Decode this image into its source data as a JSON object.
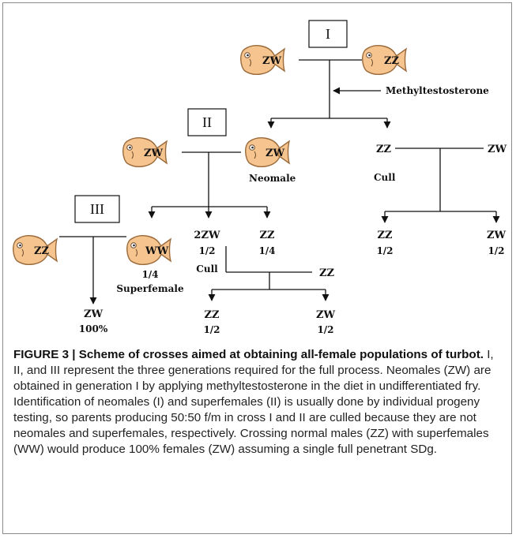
{
  "generations": {
    "g1": "I",
    "g2": "II",
    "g3": "III"
  },
  "fish": {
    "gen1_female": "ZW",
    "gen1_male": "ZZ",
    "gen2_female": "ZW",
    "gen2_neomale": "ZW",
    "gen3_male": "ZZ",
    "gen3_superfemale": "WW"
  },
  "labels": {
    "methyltestosterone": "Methyltestosterone",
    "neomale": "Neomale",
    "superfemale": "Superfemale",
    "cull": "Cull"
  },
  "gen1_offspring": {
    "left": "ZZ",
    "right_partner": "ZW",
    "cull_label": "Cull",
    "progeny": [
      {
        "genotype": "ZZ",
        "fraction": "1/2"
      },
      {
        "genotype": "ZW",
        "fraction": "1/2"
      }
    ]
  },
  "gen2_offspring": [
    {
      "genotype": "2ZW",
      "fraction": "1/2"
    },
    {
      "genotype": "ZZ",
      "fraction": "1/4"
    },
    {
      "genotype": "",
      "fraction": "1/4"
    }
  ],
  "test_cross": {
    "partner": "ZZ",
    "progeny": [
      {
        "genotype": "ZZ",
        "fraction": "1/2"
      },
      {
        "genotype": "ZW",
        "fraction": "1/2"
      }
    ]
  },
  "gen3_result": {
    "genotype": "ZW",
    "percent": "100%"
  },
  "caption": {
    "head": "FIGURE 3 | Scheme of crosses aimed at obtaining all-female populations of turbot.",
    "body": " I, II, and III represent the three generations required for the full process. Neomales (ZW) are obtained in generation I by applying methyltestosterone in the diet in undifferentiated fry. Identification of neomales (I) and superfemales (II) is usually done by individual progeny testing, so parents producing 50:50 f/m in cross I and II are culled because they are not neomales and superfemales, respectively. Crossing normal males (ZZ) with superfemales (WW) would produce 100% females (ZW) assuming a single full penetrant SDg."
  },
  "colors": {
    "fish_fill": "#f5c48f",
    "fish_stroke": "#9a6a3a",
    "line": "#111111"
  }
}
